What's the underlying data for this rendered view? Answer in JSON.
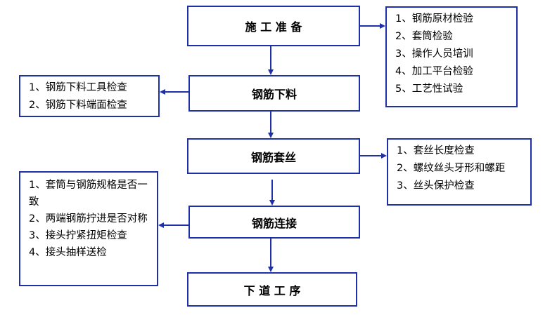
{
  "diagram": {
    "steps": {
      "prepare": "施 工 准 备",
      "cutting": "钢筋下料",
      "threading": "钢筋套丝",
      "connection": "钢筋连接",
      "next": "下 道 工 序"
    },
    "prepare_checks": [
      "1、钢筋原材检验",
      "2、套筒检验",
      "3、操作人员培训",
      "4、加工平台检验",
      "5、工艺性试验"
    ],
    "cutting_checks": [
      "1、钢筋下料工具检查",
      "2、钢筋下料端面检查"
    ],
    "threading_checks": [
      "1、套丝长度检查",
      "2、螺纹丝头牙形和螺距",
      "3、丝头保护检查"
    ],
    "connection_checks": [
      "1、套筒与钢筋规格是否一致",
      "2、两端钢筋拧进是否对称",
      "3、接头拧紧扭矩检查",
      "4、接头抽样送检"
    ],
    "colors": {
      "border": "#1f2fa8",
      "arrow": "#1f2fa8"
    }
  }
}
